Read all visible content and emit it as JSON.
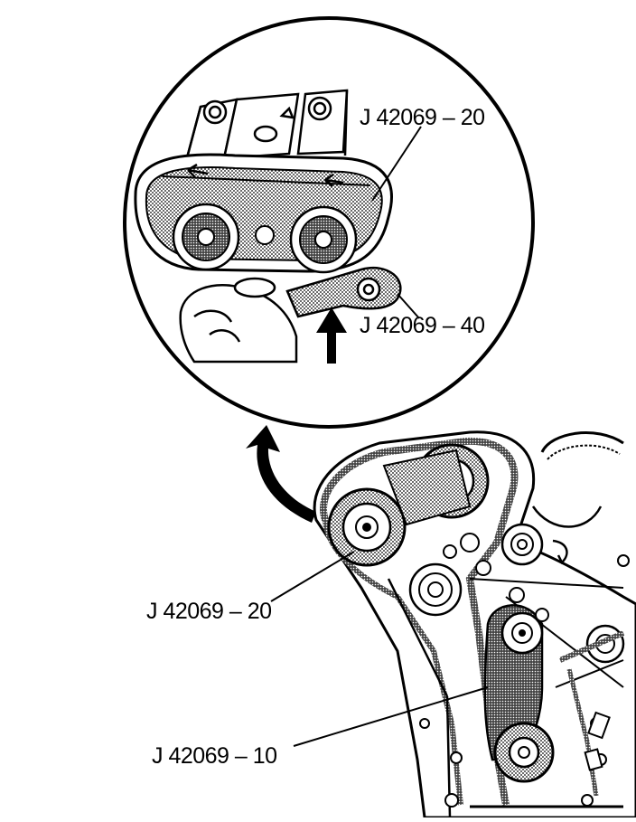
{
  "labels": {
    "detail_tool_top": "J 42069 – 20",
    "detail_tool_bottom": "J 42069 – 40",
    "engine_tool_upper": "J 42069 – 20",
    "engine_tool_lower": "J 42069 – 10"
  },
  "colors": {
    "ink": "#000000",
    "paper": "#ffffff",
    "shade": "#555555"
  }
}
